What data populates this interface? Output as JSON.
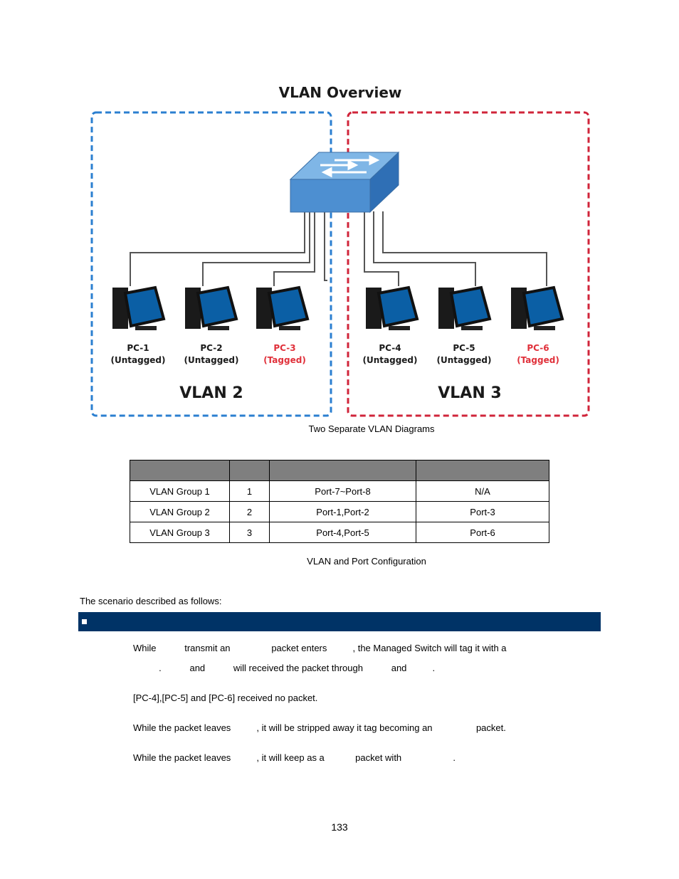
{
  "diagram": {
    "title": "VLAN Overview",
    "vlan_left_label": "VLAN 2",
    "vlan_right_label": "VLAN 3",
    "pcs": [
      {
        "name": "PC-1",
        "mode": "(Untagged)"
      },
      {
        "name": "PC-2",
        "mode": "(Untagged)"
      },
      {
        "name": "PC-3",
        "mode": "(Tagged)"
      },
      {
        "name": "PC-4",
        "mode": "(Untagged)"
      },
      {
        "name": "PC-5",
        "mode": "(Untagged)"
      },
      {
        "name": "PC-6",
        "mode": "(Tagged)"
      }
    ],
    "colors": {
      "vlan2_border": "#2b7fd0",
      "vlan3_border": "#d0243a",
      "switch_top": "#5b9bd8",
      "tagged_text": "#e0303a"
    }
  },
  "figure_caption": "Two Separate VLAN Diagrams",
  "table": {
    "headers": [
      "",
      "",
      "",
      ""
    ],
    "rows": [
      [
        "VLAN Group 1",
        "1",
        "Port-7~Port-8",
        "N/A"
      ],
      [
        "VLAN Group 2",
        "2",
        "Port-1,Port-2",
        "Port-3"
      ],
      [
        "VLAN Group 3",
        "3",
        "Port-4,Port-5",
        "Port-6"
      ]
    ]
  },
  "table_caption": "VLAN and Port Configuration",
  "scenario_intro": "The scenario described as follows:",
  "paragraphs": [
    "While           transmit an                packet enters          , the Managed Switch will tag it with a",
    "          .           and           will received the packet through           and          .",
    "[PC-4],[PC-5] and [PC-6] received no packet.",
    "While the packet leaves          , it will be stripped away it tag becoming an                 packet.",
    "While the packet leaves          , it will keep as a            packet with                    ."
  ],
  "page_number": "133"
}
